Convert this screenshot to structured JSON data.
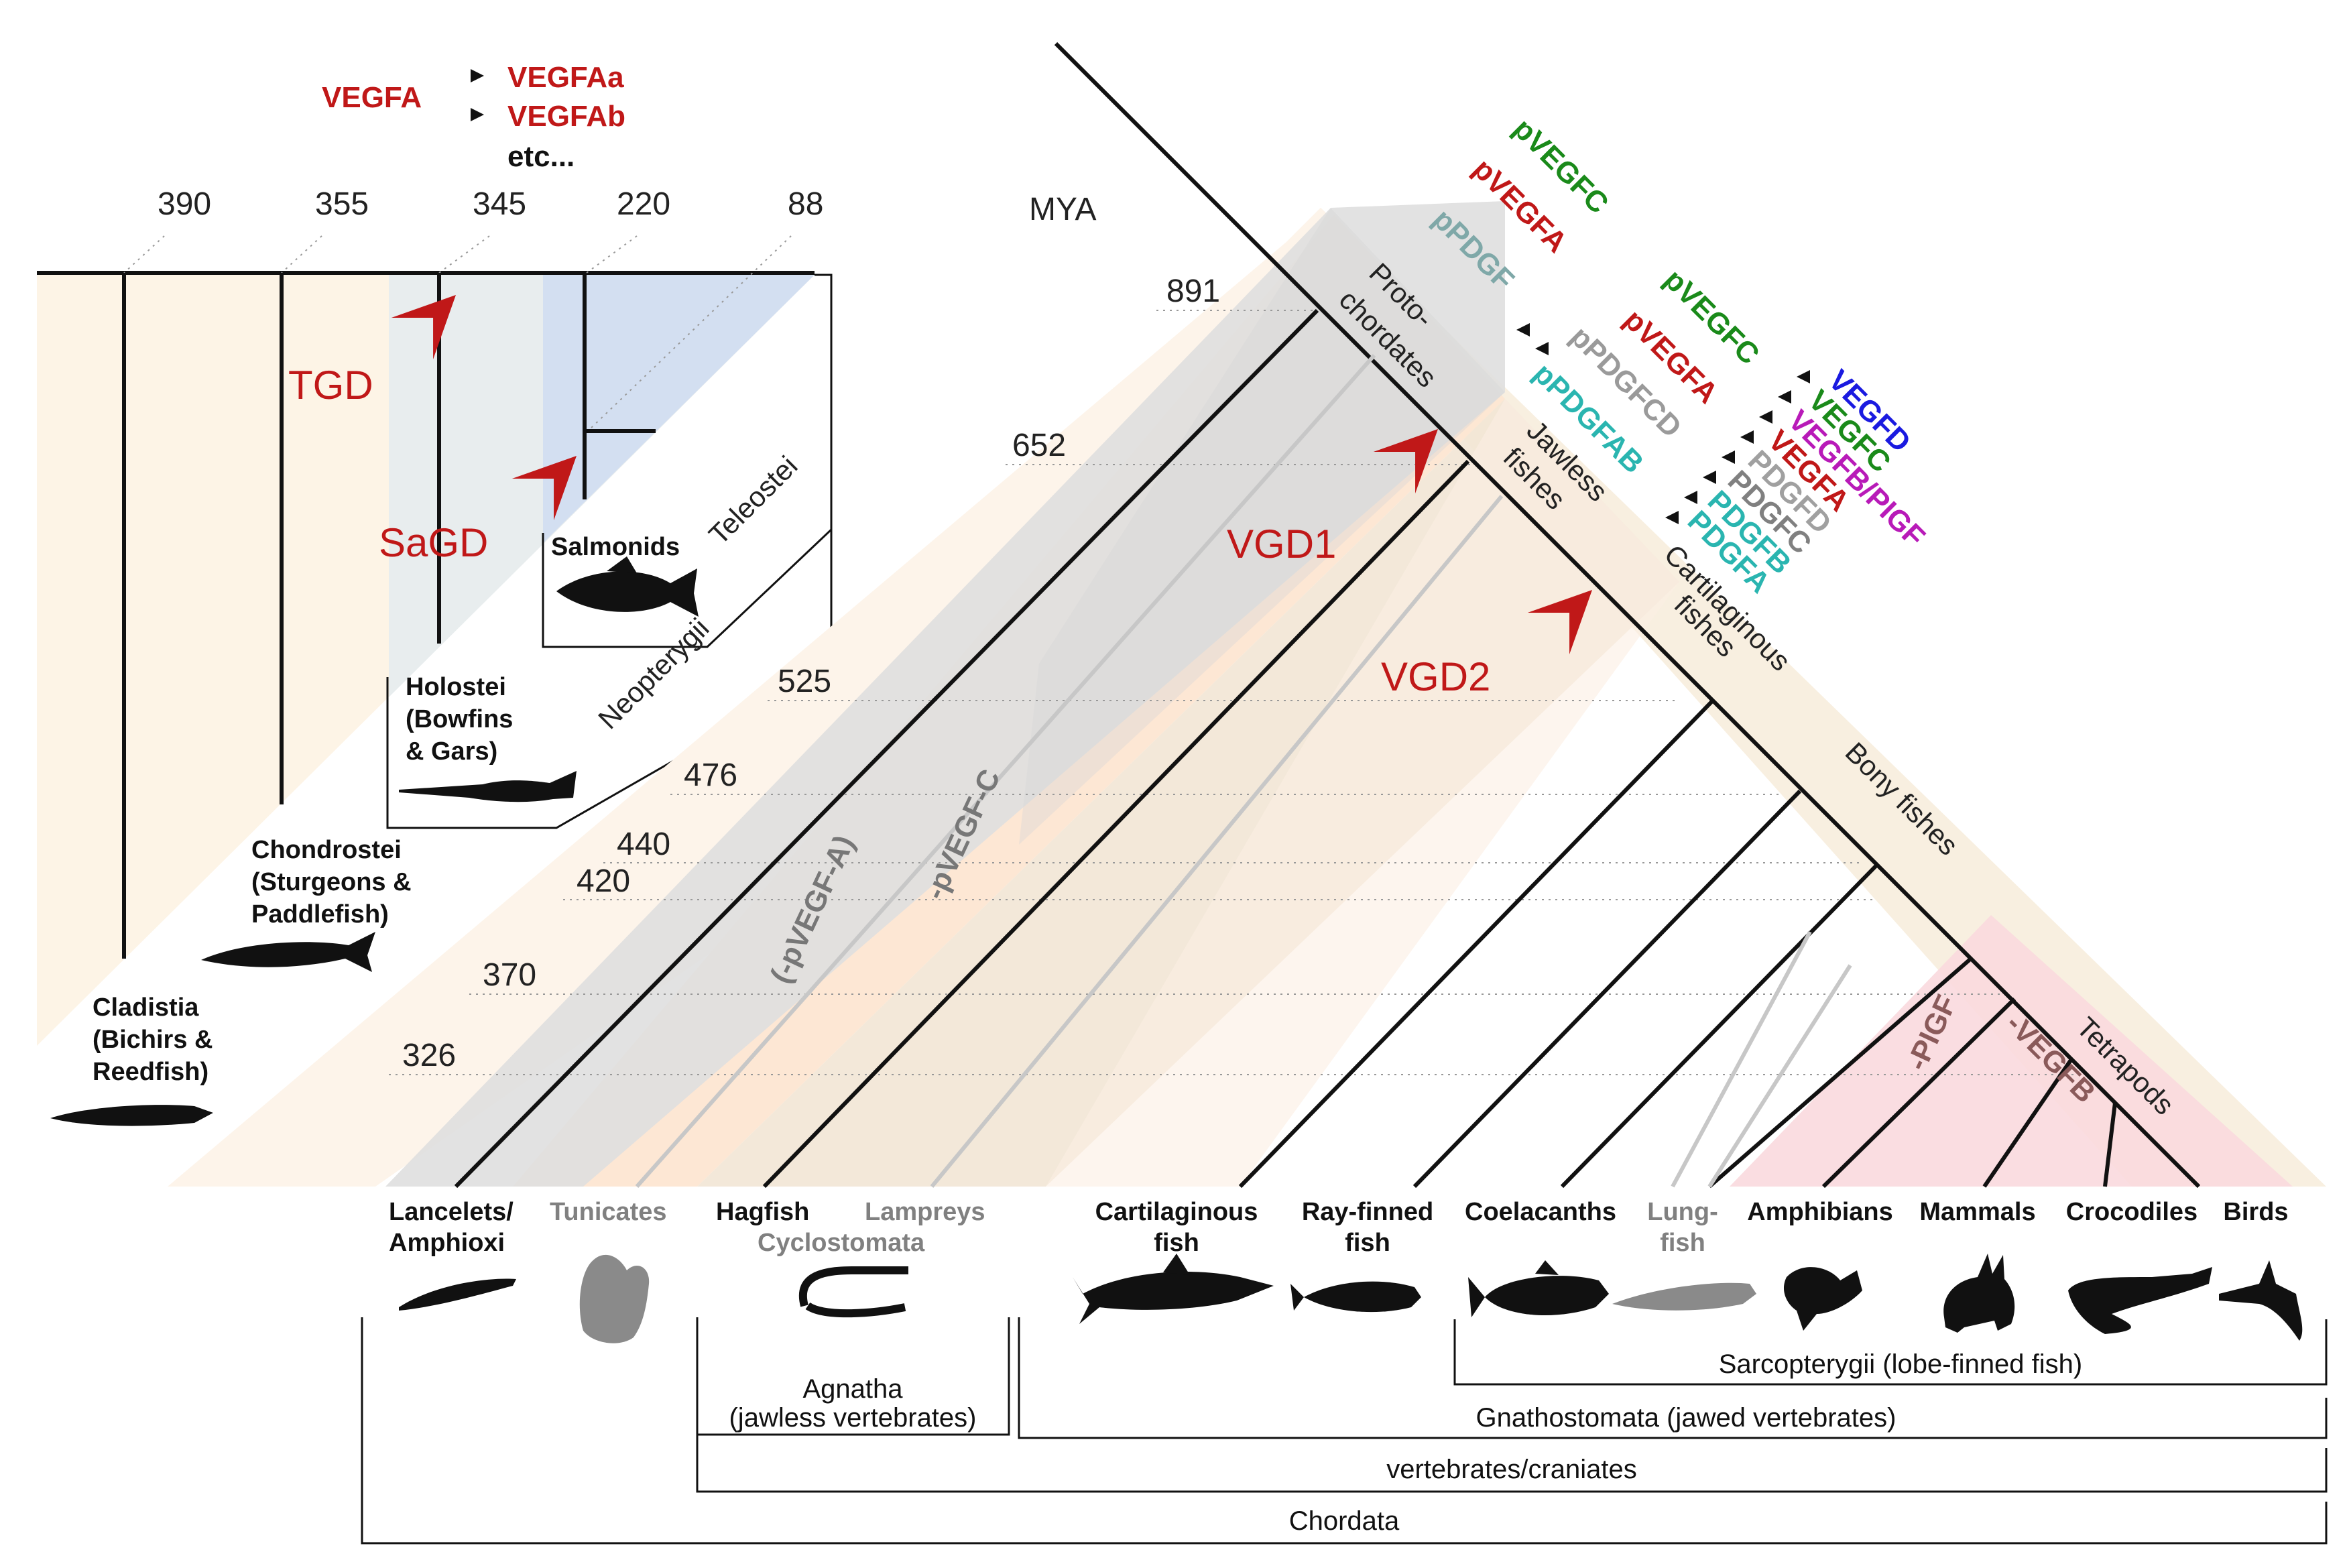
{
  "inset": {
    "vegfa": "VEGFA",
    "vegfaa": "VEGFAa",
    "vegfab": "VEGFAb",
    "etc": "etc...",
    "times": [
      "390",
      "355",
      "345",
      "220",
      "88"
    ],
    "tgd": "TGD",
    "sagd": "SaGD",
    "teleostei": "Teleostei",
    "neopterygii": "Neopterygii",
    "salmonids": "Salmonids",
    "holostei": [
      "Holostei",
      "(Bowfins",
      "& Gars)"
    ],
    "chondrostei": [
      "Chondrostei",
      "(Sturgeons &",
      "Paddlefish)"
    ],
    "cladistia": [
      "Cladistia",
      "(Bichirs &",
      "Reedfish)"
    ]
  },
  "main": {
    "mya": "MYA",
    "times": [
      "891",
      "652",
      "525",
      "476",
      "440",
      "420",
      "370",
      "326"
    ],
    "vgd1": "VGD1",
    "vgd2": "VGD2",
    "pvegfa_loss": "(-pVEGF-A)",
    "pvegfc_loss": "-pVEGF-C",
    "pigf_loss": "-PIGF",
    "vegfb_loss": "-VEGFB",
    "clades": {
      "protochordates": [
        "Proto-",
        "chordates"
      ],
      "jawless": [
        "Jawless",
        "fishes"
      ],
      "cartilaginous": [
        "Cartilaginous",
        "fishes"
      ],
      "bony": "Bony fishes",
      "tetrapods": "Tetrapods"
    }
  },
  "genes": {
    "set1": [
      {
        "text": "pVEGFC",
        "color": "#1a8a1a"
      },
      {
        "text": "pVEGFA",
        "color": "#c01818"
      },
      {
        "text": "pPDGF",
        "color": "#7fa8a8"
      }
    ],
    "set2": [
      {
        "text": "pVEGFC",
        "color": "#1a8a1a"
      },
      {
        "text": "pVEGFA",
        "color": "#c01818"
      },
      {
        "text": "pPDGFCD",
        "color": "#9a9a9a"
      },
      {
        "text": "pPDGFAB",
        "color": "#2ab5b0"
      }
    ],
    "set3": [
      {
        "text": "VEGFD",
        "color": "#1a1ae0"
      },
      {
        "text": "VEGFC",
        "color": "#1a8a1a"
      },
      {
        "text": "VEGFB/PIGF",
        "color": "#b81ab8"
      },
      {
        "text": "VEGFA",
        "color": "#c01818"
      },
      {
        "text": "PDGFD",
        "color": "#a0a0a0"
      },
      {
        "text": "PDGFC",
        "color": "#808080"
      },
      {
        "text": "PDGFB",
        "color": "#2ab5b0"
      },
      {
        "text": "PDGFA",
        "color": "#2ab5b0"
      }
    ]
  },
  "taxa": {
    "lancelets": [
      "Lancelets/",
      "Amphioxi"
    ],
    "tunicates": "Tunicates",
    "hagfish": "Hagfish",
    "lampreys": "Lampreys",
    "cyclostomata": "Cyclostomata",
    "cartilaginous_fish": [
      "Cartilaginous",
      "fish"
    ],
    "ray_finned_fish": [
      "Ray-finned",
      "fish"
    ],
    "coelacanths": "Coelacanths",
    "lungfish": [
      "Lung-",
      "fish"
    ],
    "amphibians": "Amphibians",
    "mammals": "Mammals",
    "crocodiles": "Crocodiles",
    "birds": "Birds"
  },
  "groups": {
    "sarcopterygii": "Sarcopterygii (lobe-finned fish)",
    "agnatha": [
      "Agnatha",
      "(jawless vertebrates)"
    ],
    "gnathostomata": "Gnathostomata (jawed vertebrates)",
    "vertebrates": "vertebrates/craniates",
    "chordata": "Chordata"
  }
}
